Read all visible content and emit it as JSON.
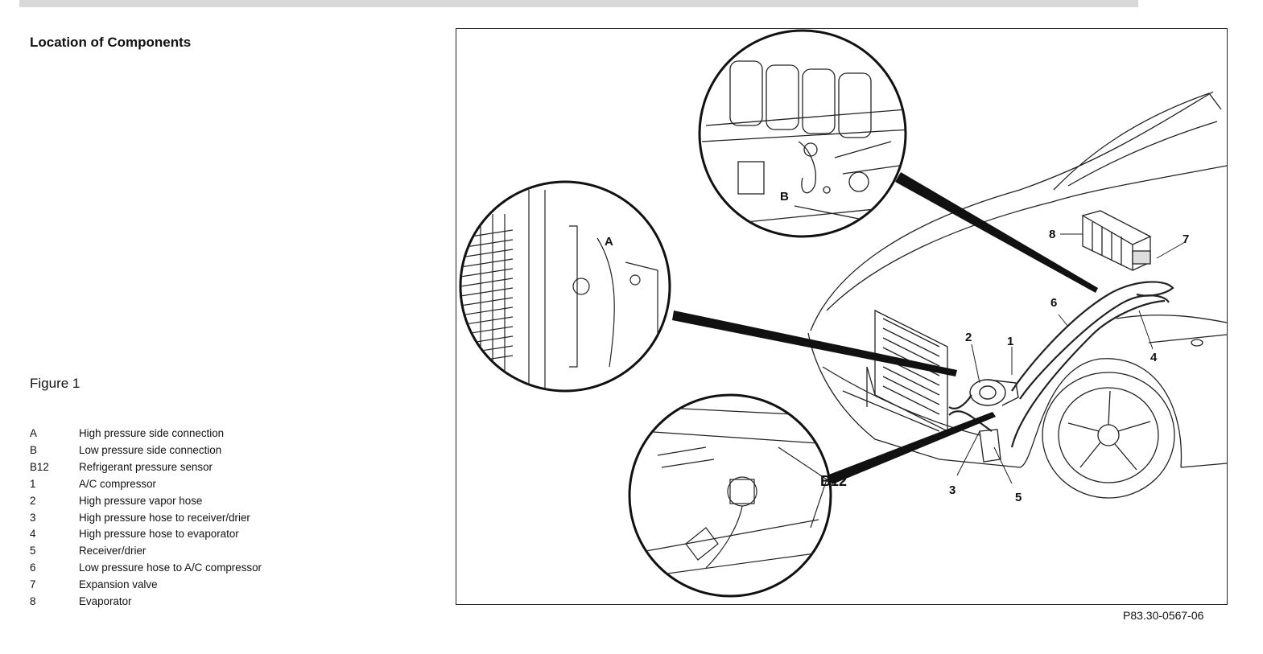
{
  "title": "Location of Components",
  "figure_label": "Figure 1",
  "legend": [
    {
      "key": "A",
      "text": "High pressure side connection"
    },
    {
      "key": "B",
      "text": "Low pressure side connection"
    },
    {
      "key": "B12",
      "text": "Refrigerant pressure sensor"
    },
    {
      "key": "1",
      "text": "A/C compressor"
    },
    {
      "key": "2",
      "text": "High pressure vapor hose"
    },
    {
      "key": "3",
      "text": "High pressure hose to receiver/drier"
    },
    {
      "key": "4",
      "text": "High pressure hose to evaporator"
    },
    {
      "key": "5",
      "text": "Receiver/drier"
    },
    {
      "key": "6",
      "text": "Low pressure hose to A/C compressor"
    },
    {
      "key": "7",
      "text": "Expansion valve"
    },
    {
      "key": "8",
      "text": "Evaporator"
    }
  ],
  "callouts": {
    "a": "A",
    "b": "B",
    "b12": "B12",
    "n1": "1",
    "n2": "2",
    "n3": "3",
    "n4": "4",
    "n5": "5",
    "n6": "6",
    "n7": "7",
    "n8": "8"
  },
  "figure_id": "P83.30-0567-06"
}
